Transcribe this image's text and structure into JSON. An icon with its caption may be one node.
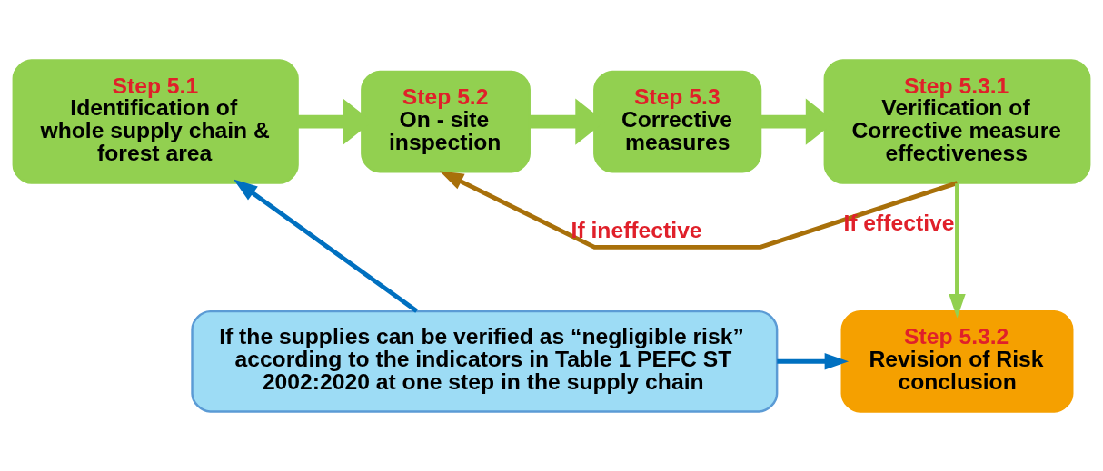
{
  "diagram": {
    "nodes": [
      {
        "text": [
          "Step 5.1",
          "Identification of whole supply chain & forest area"
        ]
      },
      {
        "text": [
          "Step 5.2",
          "On - site inspection"
        ]
      },
      {
        "text": [
          "Step 5.3",
          "Corrective measures"
        ]
      },
      {
        "text": [
          "Step 5.3.1",
          "Verification of Corrective measure effectiveness"
        ]
      },
      {
        "text": [
          "Step 5.3.2",
          "Revision of Risk conclusion"
        ]
      },
      {
        "text": [
          "If the supplies can be verified as “negligible risk” according to the indicators in Table 1 PEFC ST 2002:2020 at one step in the supply chain"
        ]
      }
    ],
    "edges": [
      {
        "from": 0,
        "to": 1,
        "arrow": "to",
        "style": "thick"
      },
      {
        "from": 1,
        "to": 2,
        "arrow": "to",
        "style": "thick"
      },
      {
        "from": 2,
        "to": 3,
        "arrow": "to",
        "style": "thick"
      },
      {
        "from": 3,
        "to": 1,
        "arrow": "to",
        "label": "If ineffective",
        "color": "#a8700a"
      },
      {
        "from": 3,
        "to": 4,
        "arrow": "to",
        "label": "If effective"
      },
      {
        "from": 5,
        "to": 0,
        "arrow": "to",
        "color": "#0070c0"
      },
      {
        "from": 5,
        "to": 4,
        "arrow": "to",
        "color": "#0070c0"
      }
    ]
  }
}
